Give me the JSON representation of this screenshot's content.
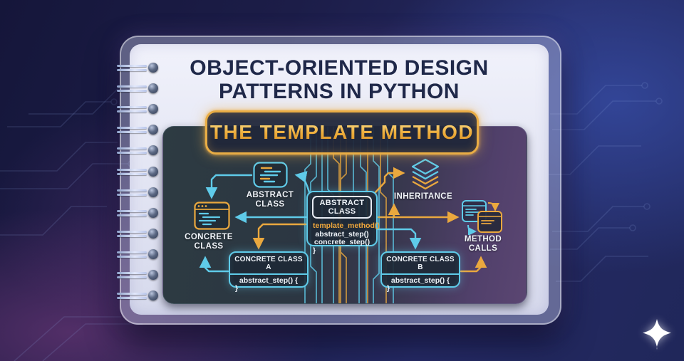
{
  "poster": {
    "title_line1": "OBJECT-ORIENTED DESIGN",
    "title_line2": "PATTERNS IN PYTHON",
    "badge_label": "THE TEMPLATE METHOD"
  },
  "diagram": {
    "abstract_class_box": {
      "title": "ABSTRACT CLASS",
      "code": [
        "template_method()",
        "abstract_step()",
        "concrete_step()",
        "}"
      ]
    },
    "labels": {
      "abstract_class": {
        "line1": "ABSTRACT",
        "line2": "CLASS"
      },
      "inheritance": "INHERITANCE",
      "concrete_class": {
        "line1": "CONCRETE",
        "line2": "CLASS"
      },
      "method_calls": {
        "line1": "METHOD",
        "line2": "CALLS"
      }
    },
    "concrete_class_a": {
      "title": "CONCRETE CLASS A",
      "code_line1": "abstract_step() {",
      "code_line2": "}"
    },
    "concrete_class_b": {
      "title": "CONCRETE CLASS B",
      "code_line1": "abstract_step() {",
      "code_line2": "}"
    }
  },
  "icons": {
    "abstract_class": "code-lines-icon",
    "inheritance": "layers-icon",
    "concrete_class": "browser-window-icon",
    "method_calls": "stacked-cards-icon",
    "brand": "sparkle-logo-icon"
  },
  "colors": {
    "accent_cyan": "#5fcbe9",
    "accent_gold": "#eaa83e",
    "title_navy": "#1f2849",
    "badge_gold": "#f0b445",
    "panel_dark": "#2d3b42",
    "page_light": "#e7e9f5"
  }
}
